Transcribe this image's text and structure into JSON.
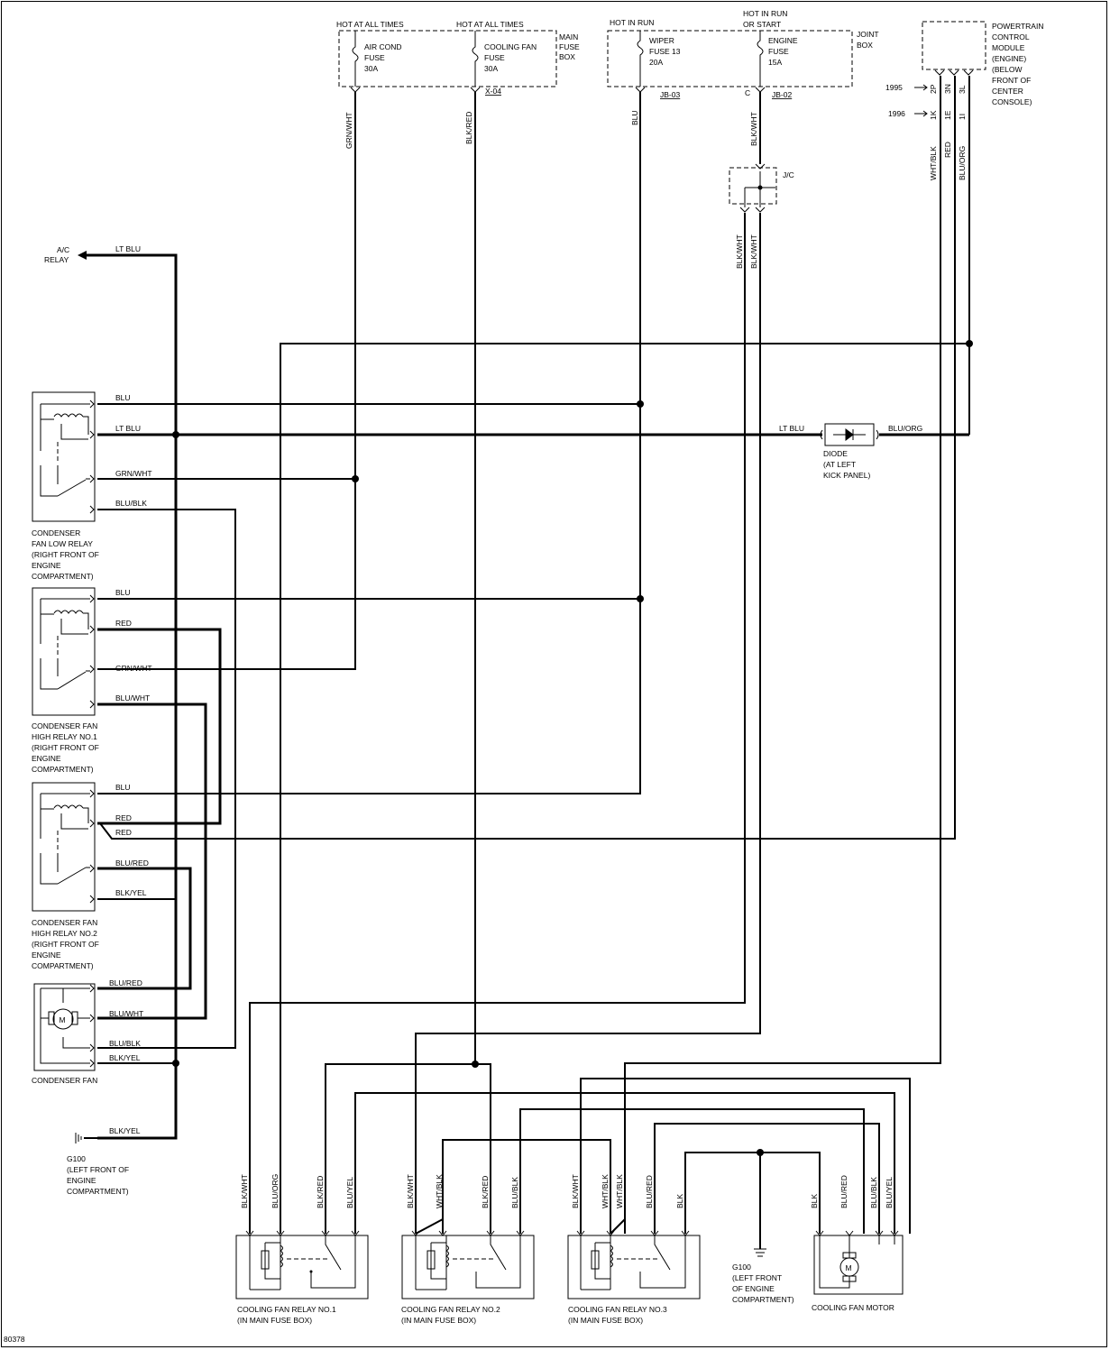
{
  "figure_id": "80378",
  "fuse_boxes": {
    "main": {
      "label": [
        "MAIN",
        "FUSE",
        "BOX"
      ],
      "hot_at_all_times_1": "HOT AT ALL TIMES",
      "hot_at_all_times_2": "HOT AT ALL TIMES",
      "fuse1": [
        "AIR COND",
        "FUSE",
        "30A"
      ],
      "fuse2": [
        "COOLING FAN",
        "FUSE",
        "30A"
      ],
      "connector": "X-04"
    },
    "joint": {
      "label": [
        "JOINT",
        "BOX"
      ],
      "hot_in_run": "HOT IN RUN",
      "hot_in_run_or_start": [
        "HOT IN RUN",
        "OR START"
      ],
      "fuse1": [
        "WIPER",
        "FUSE 13",
        "20A"
      ],
      "fuse2": [
        "ENGINE",
        "FUSE",
        "15A"
      ],
      "connector1": "JB-03",
      "connector2": "JB-02",
      "pin": "C"
    }
  },
  "pcm": {
    "label": [
      "POWERTRAIN",
      "CONTROL",
      "MODULE",
      "(ENGINE)",
      "(BELOW",
      "FRONT OF",
      "CENTER",
      "CONSOLE)"
    ],
    "year1": "1995",
    "year2": "1996",
    "pins_1995": [
      "2P",
      "3N",
      "3L"
    ],
    "pins_1996": [
      "1K",
      "1E",
      "1I"
    ],
    "wires": [
      "WHT/BLK",
      "RED",
      "BLU/ORG"
    ]
  },
  "jc": "J/C",
  "wire_labels": {
    "grn_wht": "GRN/WHT",
    "blk_red": "BLK/RED",
    "blu": "BLU",
    "blk_wht": "BLK/WHT",
    "lt_blu": "LT BLU",
    "blu_org": "BLU/ORG",
    "blu_blk": "BLU/BLK",
    "red": "RED",
    "blu_wht": "BLU/WHT",
    "blu_red": "BLU/RED",
    "blk_yel": "BLK/YEL",
    "wht_blk": "WHT/BLK",
    "blu_yel": "BLU/YEL",
    "blk": "BLK"
  },
  "ac_relay": [
    "A/C",
    "RELAY"
  ],
  "diode": [
    "DIODE",
    "(AT LEFT",
    "KICK PANEL)"
  ],
  "relays": {
    "low": [
      "CONDENSER",
      "FAN LOW RELAY",
      "(RIGHT FRONT OF",
      "ENGINE",
      "COMPARTMENT)"
    ],
    "high1": [
      "CONDENSER FAN",
      "HIGH RELAY NO.1",
      "(RIGHT FRONT OF",
      "ENGINE",
      "COMPARTMENT)"
    ],
    "high2": [
      "CONDENSER FAN",
      "HIGH RELAY NO.2",
      "(RIGHT FRONT OF",
      "ENGINE",
      "COMPARTMENT)"
    ]
  },
  "condenser_fan": "CONDENSER FAN",
  "motor_letter": "M",
  "ground_left": [
    "G100",
    "(LEFT FRONT OF",
    "ENGINE",
    "COMPARTMENT)"
  ],
  "ground_right": [
    "G100",
    "(LEFT FRONT",
    "OF ENGINE",
    "COMPARTMENT)"
  ],
  "cooling_relays": {
    "r1": [
      "COOLING FAN RELAY NO.1",
      "(IN MAIN FUSE BOX)"
    ],
    "r2": [
      "COOLING FAN RELAY NO.2",
      "(IN MAIN FUSE BOX)"
    ],
    "r3": [
      "COOLING FAN RELAY NO.3",
      "(IN MAIN FUSE BOX)"
    ]
  },
  "cooling_fan_motor": "COOLING FAN MOTOR"
}
